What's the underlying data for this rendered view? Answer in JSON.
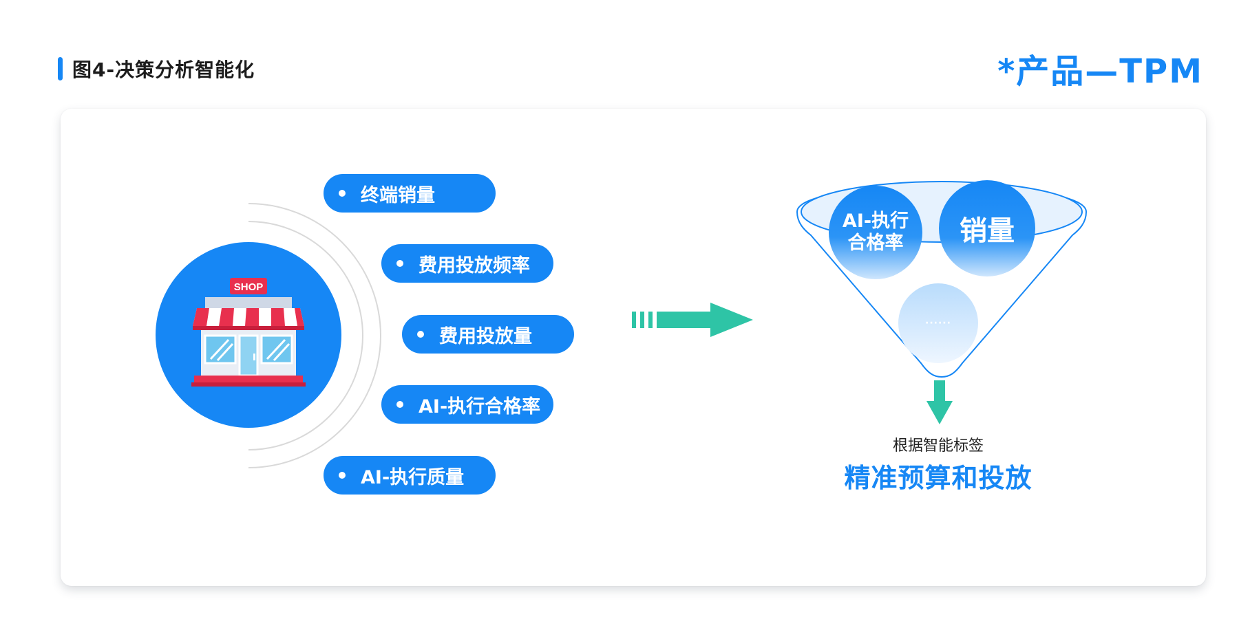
{
  "header": {
    "title": "图4-决策分析智能化",
    "tag": "*产品—TPM"
  },
  "shop": {
    "sign": "SHOP"
  },
  "factors": [
    "终端销量",
    "费用投放频率",
    "费用投放量",
    "AI-执行合格率",
    "AI-执行质量"
  ],
  "funnel": {
    "bubble_1_line_1": "AI-执行",
    "bubble_1_line_2": "合格率",
    "bubble_2": "销量",
    "bubble_3": "······"
  },
  "result": {
    "subtitle": "根据智能标签",
    "title": "精准预算和投放"
  },
  "colors": {
    "primary": "#1687f5",
    "arrow": "#2ec4a6",
    "arc": "#d9d9d9"
  }
}
